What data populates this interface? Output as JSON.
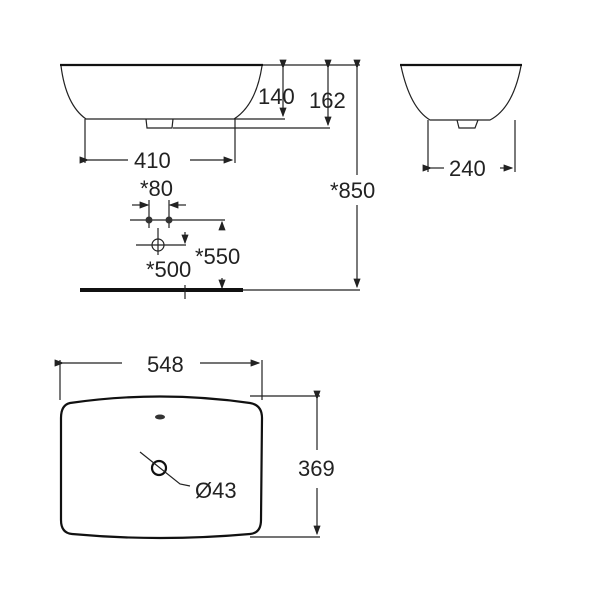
{
  "dimensions": {
    "bowl_height_inner": "140",
    "bowl_height_total": "162",
    "base_width": "410",
    "install_height": "*850",
    "side_base_width": "240",
    "tap_spacing": "*80",
    "waste_height": "*500",
    "supply_height": "*550",
    "overall_width": "548",
    "overall_depth": "369",
    "waste_diameter": "Ø43"
  }
}
